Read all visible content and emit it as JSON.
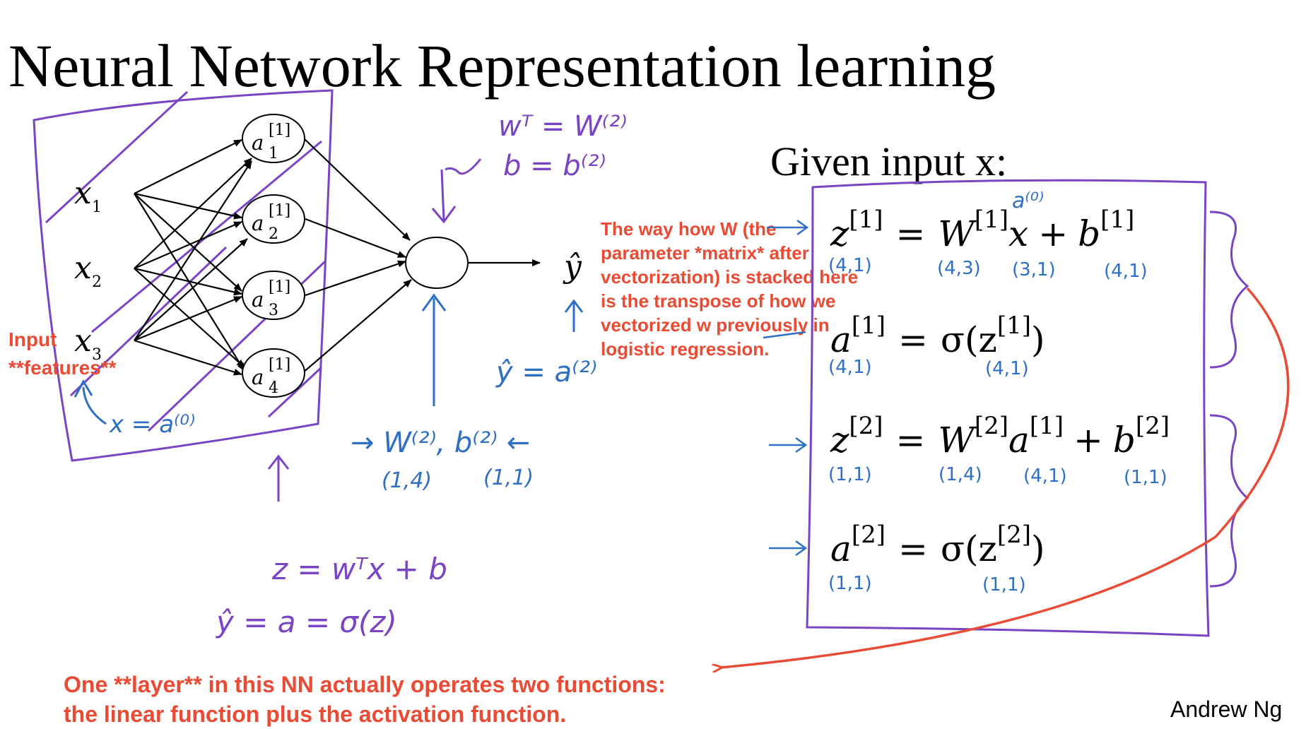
{
  "title": "Neural Network Representation learning",
  "given_input": "Given input x:",
  "inputs": [
    "x",
    "x",
    "x"
  ],
  "input_subs": [
    "1",
    "2",
    "3"
  ],
  "hidden_nodes": [
    {
      "letter": "a",
      "sup": "[1]",
      "sub": "1"
    },
    {
      "letter": "a",
      "sup": "[1]",
      "sub": "2"
    },
    {
      "letter": "a",
      "sup": "[1]",
      "sub": "3"
    },
    {
      "letter": "a",
      "sup": "[1]",
      "sub": "4"
    }
  ],
  "output_label": "ŷ",
  "equations": [
    {
      "lhs": "z",
      "lhs_sup": "[1]",
      "eq": "=",
      "t1": "W",
      "t1_sup": "[1]",
      "t2": "x",
      "plus": "+",
      "t3": "b",
      "t3_sup": "[1]"
    },
    {
      "lhs": "a",
      "lhs_sup": "[1]",
      "eq": "=",
      "rhs": "σ(z",
      "rhs_sup": "[1]",
      "close": ")"
    },
    {
      "lhs": "z",
      "lhs_sup": "[2]",
      "eq": "=",
      "t1": "W",
      "t1_sup": "[2]",
      "t2": "a",
      "t2_sup": "[1]",
      "plus": "+",
      "t3": "b",
      "t3_sup": "[2]"
    },
    {
      "lhs": "a",
      "lhs_sup": "[2]",
      "eq": "=",
      "rhs": "σ(z",
      "rhs_sup": "[2]",
      "close": ")"
    }
  ],
  "annotations": {
    "input_features": [
      "Input",
      "**features**"
    ],
    "w_note": [
      "The way how W (the",
      "parameter *matrix* after",
      "vectorization) is stacked here",
      "is the transpose of how we",
      "vectorized w previously in",
      "logistic regression."
    ],
    "layer_note": [
      "One **layer** in this NN actually operates two functions:",
      "the linear function plus the activation function."
    ]
  },
  "handwriting": {
    "wT": "wᵀ = W⁽²⁾",
    "b": "b = b⁽²⁾",
    "x_a0": "x = a⁽⁰⁾",
    "yhat_a2": "ŷ = a⁽²⁾",
    "w2b2": "→ W⁽²⁾, b⁽²⁾ ←",
    "dims_w2": "(1,4)",
    "dims_b2": "(1,1)",
    "z_eq": "z = wᵀx + b",
    "yhat_eq": "ŷ = a = σ(z)",
    "a0_above": "a⁽⁰⁾",
    "eq1_dims": [
      "(4,1)",
      "(4,3)",
      "(3,1)",
      "(4,1)"
    ],
    "eq2_dims": [
      "(4,1)",
      "(4,1)"
    ],
    "eq3_dims": [
      "(1,1)",
      "(1,4)",
      "(4,1)",
      "(1,1)"
    ],
    "eq4_dims": [
      "(1,1)",
      "(1,1)"
    ]
  },
  "author": "Andrew Ng",
  "colors": {
    "red": "#ea4b35",
    "blue": "#2f6fc4",
    "purple": "#7a45c4"
  }
}
